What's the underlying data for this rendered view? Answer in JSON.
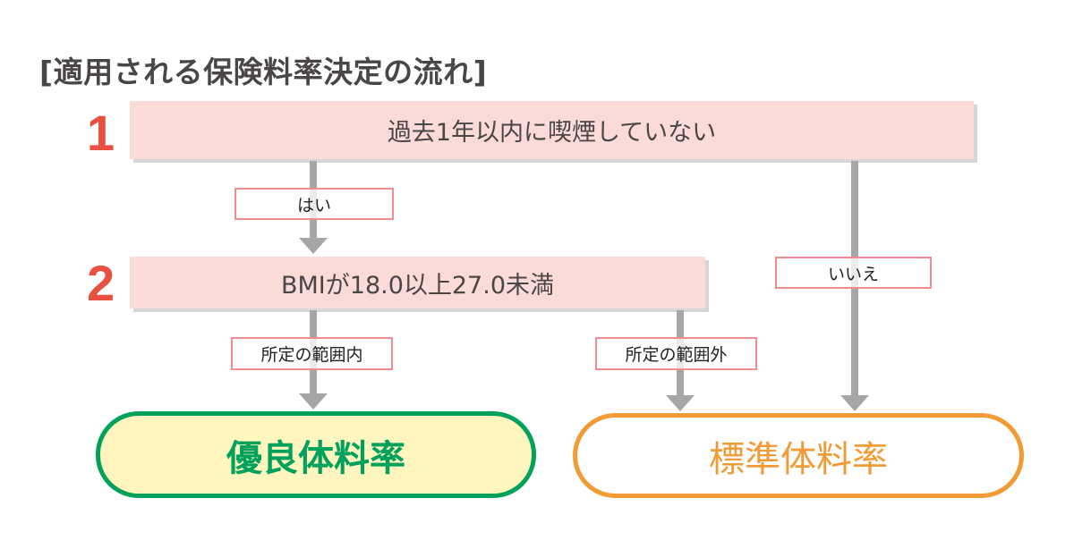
{
  "title": "[適用される保険料率決定の流れ]",
  "steps": [
    {
      "number": "1",
      "condition": "過去1年以内に喫煙していない"
    },
    {
      "number": "2",
      "condition": "BMIが18.0以上27.0未満"
    }
  ],
  "branch_labels": {
    "yes": "はい",
    "no": "いいえ",
    "within_range": "所定の範囲内",
    "outside_range": "所定の範囲外"
  },
  "results": {
    "preferred": {
      "label": "優良体料率",
      "border_color": "#00a15b",
      "fill_color": "#fff6bf"
    },
    "standard": {
      "label": "標準体料率",
      "border_color": "#f29a33",
      "fill_color": "#ffffff"
    }
  },
  "colors": {
    "step_number": "#e8503f",
    "condition_fill": "#fadbd8",
    "arrow": "#a6a6a6",
    "label_border": "#f08b8f"
  }
}
